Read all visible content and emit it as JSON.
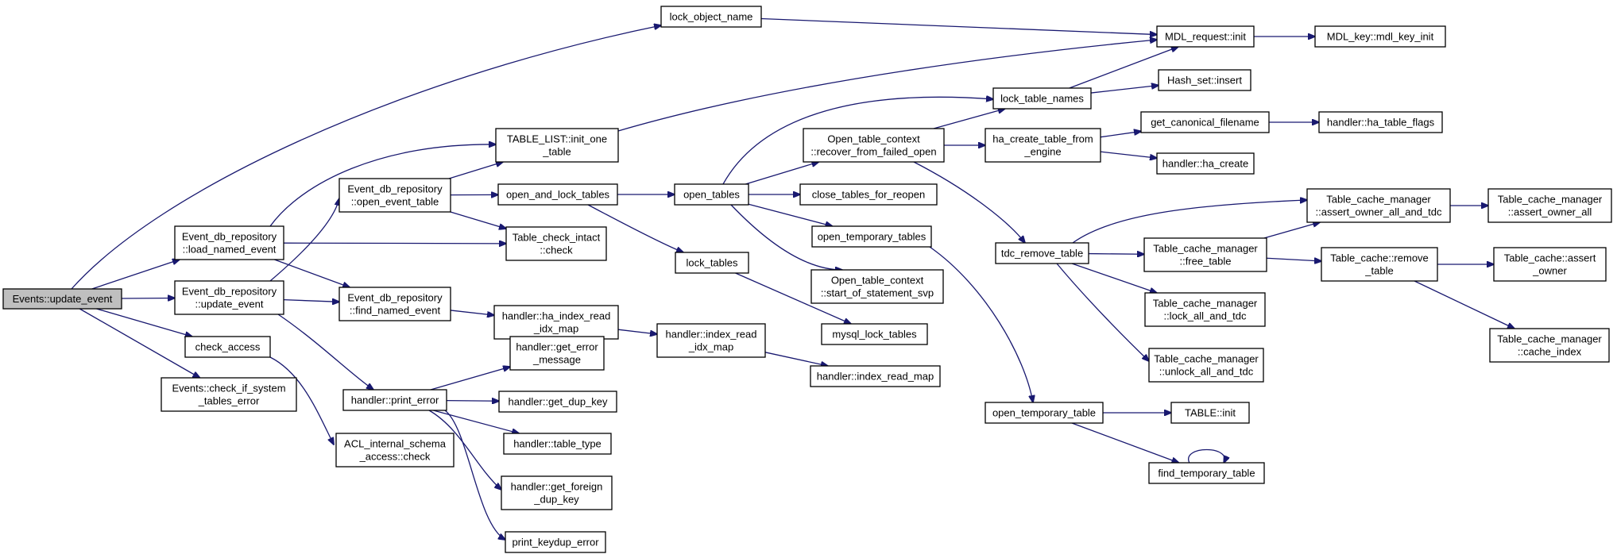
{
  "diagram": {
    "type": "call-graph",
    "root": "update_event",
    "nodes": [
      {
        "id": "update_event",
        "lines": [
          "Events::update_event"
        ],
        "root": true
      },
      {
        "id": "lock_object_name",
        "lines": [
          "lock_object_name"
        ]
      },
      {
        "id": "MDL_request_init",
        "lines": [
          "MDL_request::init"
        ]
      },
      {
        "id": "MDL_key_mdl_key_init",
        "lines": [
          "MDL_key::mdl_key_init"
        ]
      },
      {
        "id": "TABLE_LIST_init_one_table",
        "lines": [
          "TABLE_LIST::init_one",
          "_table"
        ]
      },
      {
        "id": "load_named_event",
        "lines": [
          "Event_db_repository",
          "::load_named_event"
        ]
      },
      {
        "id": "open_event_table",
        "lines": [
          "Event_db_repository",
          "::open_event_table"
        ]
      },
      {
        "id": "open_and_lock_tables",
        "lines": [
          "open_and_lock_tables"
        ]
      },
      {
        "id": "open_tables",
        "lines": [
          "open_tables"
        ]
      },
      {
        "id": "recover_from_failed_open",
        "lines": [
          "Open_table_context",
          "::recover_from_failed_open"
        ]
      },
      {
        "id": "lock_table_names",
        "lines": [
          "lock_table_names"
        ]
      },
      {
        "id": "Hash_set_insert",
        "lines": [
          "Hash_set::insert"
        ]
      },
      {
        "id": "ha_create_table_from_engine",
        "lines": [
          "ha_create_table_from",
          "_engine"
        ]
      },
      {
        "id": "get_canonical_filename",
        "lines": [
          "get_canonical_filename"
        ]
      },
      {
        "id": "ha_table_flags",
        "lines": [
          "handler::ha_table_flags"
        ]
      },
      {
        "id": "ha_create",
        "lines": [
          "handler::ha_create"
        ]
      },
      {
        "id": "close_tables_for_reopen",
        "lines": [
          "close_tables_for_reopen"
        ]
      },
      {
        "id": "open_temporary_tables",
        "lines": [
          "open_temporary_tables"
        ]
      },
      {
        "id": "start_of_statement_svp",
        "lines": [
          "Open_table_context",
          "::start_of_statement_svp"
        ]
      },
      {
        "id": "Table_check_intact_check",
        "lines": [
          "Table_check_intact",
          "::check"
        ]
      },
      {
        "id": "lock_tables",
        "lines": [
          "lock_tables"
        ]
      },
      {
        "id": "mysql_lock_tables",
        "lines": [
          "mysql_lock_tables"
        ]
      },
      {
        "id": "update_event_repo",
        "lines": [
          "Event_db_repository",
          "::update_event"
        ]
      },
      {
        "id": "find_named_event",
        "lines": [
          "Event_db_repository",
          "::find_named_event"
        ]
      },
      {
        "id": "ha_index_read_idx_map",
        "lines": [
          "handler::ha_index_read",
          "_idx_map"
        ]
      },
      {
        "id": "index_read_idx_map",
        "lines": [
          "handler::index_read",
          "_idx_map"
        ]
      },
      {
        "id": "index_read_map",
        "lines": [
          "handler::index_read_map"
        ]
      },
      {
        "id": "check_access",
        "lines": [
          "check_access"
        ]
      },
      {
        "id": "check_if_system_tables_error",
        "lines": [
          "Events::check_if_system",
          "_tables_error"
        ]
      },
      {
        "id": "print_error",
        "lines": [
          "handler::print_error"
        ]
      },
      {
        "id": "get_error_message",
        "lines": [
          "handler::get_error",
          "_message"
        ]
      },
      {
        "id": "get_dup_key",
        "lines": [
          "handler::get_dup_key"
        ]
      },
      {
        "id": "table_type",
        "lines": [
          "handler::table_type"
        ]
      },
      {
        "id": "get_foreign_dup_key",
        "lines": [
          "handler::get_foreign",
          "_dup_key"
        ]
      },
      {
        "id": "print_keydup_error",
        "lines": [
          "print_keydup_error"
        ]
      },
      {
        "id": "ACL_internal_schema_access_check",
        "lines": [
          "ACL_internal_schema",
          "_access::check"
        ]
      },
      {
        "id": "tdc_remove_table",
        "lines": [
          "tdc_remove_table"
        ]
      },
      {
        "id": "assert_owner_all_and_tdc",
        "lines": [
          "Table_cache_manager",
          "::assert_owner_all_and_tdc"
        ]
      },
      {
        "id": "assert_owner_all",
        "lines": [
          "Table_cache_manager",
          "::assert_owner_all"
        ]
      },
      {
        "id": "free_table",
        "lines": [
          "Table_cache_manager",
          "::free_table"
        ]
      },
      {
        "id": "Table_cache_remove_table",
        "lines": [
          "Table_cache::remove",
          "_table"
        ]
      },
      {
        "id": "Table_cache_assert_owner",
        "lines": [
          "Table_cache::assert",
          "_owner"
        ]
      },
      {
        "id": "cache_index",
        "lines": [
          "Table_cache_manager",
          "::cache_index"
        ]
      },
      {
        "id": "lock_all_and_tdc",
        "lines": [
          "Table_cache_manager",
          "::lock_all_and_tdc"
        ]
      },
      {
        "id": "unlock_all_and_tdc",
        "lines": [
          "Table_cache_manager",
          "::unlock_all_and_tdc"
        ]
      },
      {
        "id": "open_temporary_table",
        "lines": [
          "open_temporary_table"
        ]
      },
      {
        "id": "TABLE_init",
        "lines": [
          "TABLE::init"
        ]
      },
      {
        "id": "find_temporary_table",
        "lines": [
          "find_temporary_table"
        ]
      }
    ],
    "edges": [
      [
        "update_event",
        "lock_object_name"
      ],
      [
        "update_event",
        "load_named_event"
      ],
      [
        "update_event",
        "update_event_repo"
      ],
      [
        "update_event",
        "check_access"
      ],
      [
        "update_event",
        "check_if_system_tables_error"
      ],
      [
        "lock_object_name",
        "MDL_request_init"
      ],
      [
        "MDL_request_init",
        "MDL_key_mdl_key_init"
      ],
      [
        "TABLE_LIST_init_one_table",
        "MDL_request_init"
      ],
      [
        "load_named_event",
        "TABLE_LIST_init_one_table"
      ],
      [
        "load_named_event",
        "Table_check_intact_check"
      ],
      [
        "load_named_event",
        "find_named_event"
      ],
      [
        "update_event_repo",
        "open_event_table"
      ],
      [
        "update_event_repo",
        "find_named_event"
      ],
      [
        "update_event_repo",
        "print_error"
      ],
      [
        "open_event_table",
        "TABLE_LIST_init_one_table"
      ],
      [
        "open_event_table",
        "open_and_lock_tables"
      ],
      [
        "open_event_table",
        "Table_check_intact_check"
      ],
      [
        "open_and_lock_tables",
        "open_tables"
      ],
      [
        "open_and_lock_tables",
        "lock_tables"
      ],
      [
        "open_tables",
        "lock_table_names"
      ],
      [
        "open_tables",
        "recover_from_failed_open"
      ],
      [
        "open_tables",
        "close_tables_for_reopen"
      ],
      [
        "open_tables",
        "open_temporary_tables"
      ],
      [
        "open_tables",
        "start_of_statement_svp"
      ],
      [
        "recover_from_failed_open",
        "lock_table_names"
      ],
      [
        "recover_from_failed_open",
        "ha_create_table_from_engine"
      ],
      [
        "recover_from_failed_open",
        "tdc_remove_table"
      ],
      [
        "lock_table_names",
        "MDL_request_init"
      ],
      [
        "lock_table_names",
        "Hash_set_insert"
      ],
      [
        "ha_create_table_from_engine",
        "get_canonical_filename"
      ],
      [
        "ha_create_table_from_engine",
        "ha_create"
      ],
      [
        "get_canonical_filename",
        "ha_table_flags"
      ],
      [
        "open_temporary_tables",
        "open_temporary_table"
      ],
      [
        "lock_tables",
        "mysql_lock_tables"
      ],
      [
        "find_named_event",
        "ha_index_read_idx_map"
      ],
      [
        "ha_index_read_idx_map",
        "index_read_idx_map"
      ],
      [
        "index_read_idx_map",
        "index_read_map"
      ],
      [
        "check_access",
        "ACL_internal_schema_access_check"
      ],
      [
        "print_error",
        "get_error_message"
      ],
      [
        "print_error",
        "get_dup_key"
      ],
      [
        "print_error",
        "table_type"
      ],
      [
        "print_error",
        "get_foreign_dup_key"
      ],
      [
        "print_error",
        "print_keydup_error"
      ],
      [
        "tdc_remove_table",
        "assert_owner_all_and_tdc"
      ],
      [
        "tdc_remove_table",
        "free_table"
      ],
      [
        "tdc_remove_table",
        "lock_all_and_tdc"
      ],
      [
        "tdc_remove_table",
        "unlock_all_and_tdc"
      ],
      [
        "assert_owner_all_and_tdc",
        "assert_owner_all"
      ],
      [
        "free_table",
        "assert_owner_all_and_tdc"
      ],
      [
        "free_table",
        "Table_cache_remove_table"
      ],
      [
        "Table_cache_remove_table",
        "Table_cache_assert_owner"
      ],
      [
        "Table_cache_remove_table",
        "cache_index"
      ],
      [
        "open_temporary_table",
        "TABLE_init"
      ],
      [
        "open_temporary_table",
        "find_temporary_table"
      ],
      [
        "find_temporary_table",
        "find_temporary_table"
      ]
    ],
    "colors": {
      "edge": "#191970",
      "node_border": "#000000",
      "node_fill": "#ffffff",
      "root_fill": "#bfbfbf"
    }
  }
}
